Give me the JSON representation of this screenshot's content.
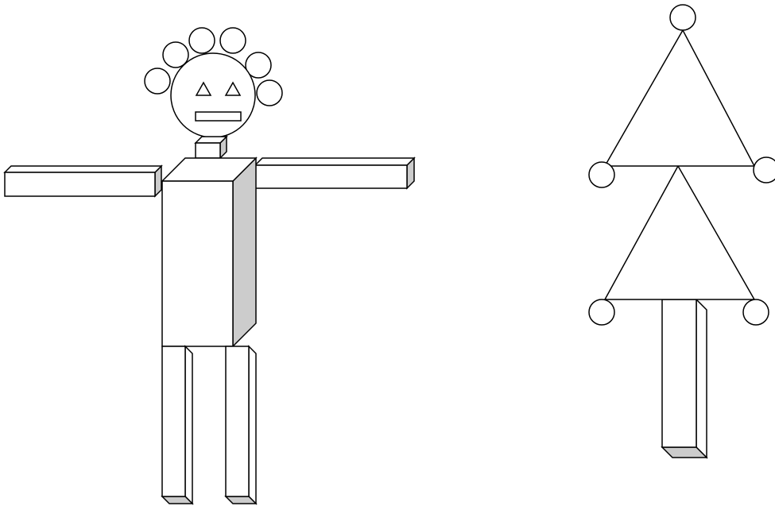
{
  "colors": {
    "background": "#ffffff",
    "stroke": "#000000",
    "fill": "#ffffff",
    "shade": "#cccccc"
  },
  "figures": [
    {
      "id": "robot-figure",
      "parts": [
        "curls",
        "head",
        "eyes",
        "mouth",
        "neck",
        "arms",
        "torso",
        "legs"
      ]
    },
    {
      "id": "tree-figure",
      "parts": [
        "top-circle",
        "upper-triangle",
        "lower-triangle",
        "side-circles",
        "trunk"
      ]
    }
  ]
}
